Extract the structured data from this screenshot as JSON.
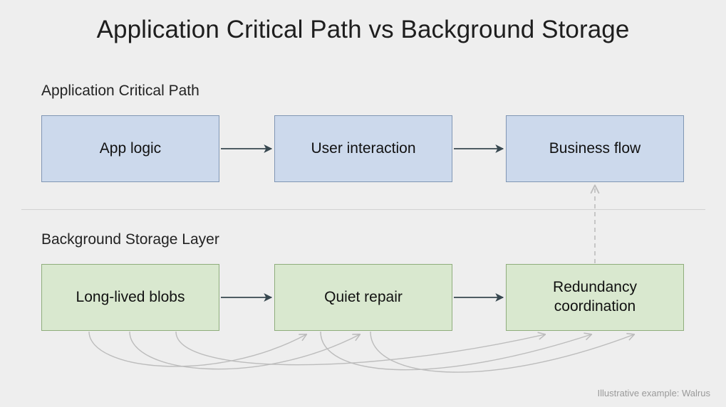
{
  "title": "Application Critical Path vs Background Storage",
  "footnote": "Illustrative example: Walrus",
  "sections": {
    "top": {
      "label": "Application Critical Path"
    },
    "bottom": {
      "label": "Background Storage Layer"
    }
  },
  "nodes": {
    "app_logic": "App logic",
    "user_interaction": "User interaction",
    "business_flow": "Business flow",
    "long_lived_blobs": "Long-lived blobs",
    "quiet_repair": "Quiet repair",
    "redundancy_coordination_line1": "Redundancy",
    "redundancy_coordination_line2": "coordination"
  },
  "chart_data": {
    "type": "diagram",
    "title": "Application Critical Path vs Background Storage",
    "lanes": [
      {
        "id": "critical-path",
        "label": "Application Critical Path",
        "fill": "#ccd9ec",
        "stroke": "#8096b4",
        "nodes": [
          "App logic",
          "User interaction",
          "Business flow"
        ]
      },
      {
        "id": "background-storage",
        "label": "Background Storage Layer",
        "fill": "#d9e8cf",
        "stroke": "#8fad7c",
        "nodes": [
          "Long-lived blobs",
          "Quiet repair",
          "Redundancy coordination"
        ]
      }
    ],
    "edges": [
      {
        "from": "App logic",
        "to": "User interaction",
        "style": "solid",
        "color": "#37474f"
      },
      {
        "from": "User interaction",
        "to": "Business flow",
        "style": "solid",
        "color": "#37474f"
      },
      {
        "from": "Long-lived blobs",
        "to": "Quiet repair",
        "style": "solid",
        "color": "#37474f"
      },
      {
        "from": "Quiet repair",
        "to": "Redundancy coordination",
        "style": "solid",
        "color": "#37474f"
      },
      {
        "from": "Redundancy coordination",
        "to": "Business flow",
        "style": "dashed",
        "color": "#bdbdbd"
      },
      {
        "from": "Long-lived blobs",
        "to": "Quiet repair",
        "style": "curved-feedback",
        "color": "#bcbcbc"
      },
      {
        "from": "Long-lived blobs",
        "to": "Quiet repair",
        "style": "curved-feedback",
        "color": "#bcbcbc"
      },
      {
        "from": "Long-lived blobs",
        "to": "Redundancy coordination",
        "style": "curved-feedback",
        "color": "#bcbcbc"
      },
      {
        "from": "Quiet repair",
        "to": "Redundancy coordination",
        "style": "curved-feedback",
        "color": "#bcbcbc"
      },
      {
        "from": "Quiet repair",
        "to": "Redundancy coordination",
        "style": "curved-feedback",
        "color": "#bcbcbc"
      }
    ],
    "background": "#eeeeee",
    "divider": true
  },
  "colors": {
    "background": "#eeeeee",
    "blue_fill": "#ccd9ec",
    "blue_stroke": "#8096b4",
    "green_fill": "#d9e8cf",
    "green_stroke": "#8fad7c",
    "arrow": "#37474f",
    "faint_arrow": "#bcbcbc",
    "title_text": "#1e1e1e",
    "footnote_text": "#9a9a9a"
  }
}
